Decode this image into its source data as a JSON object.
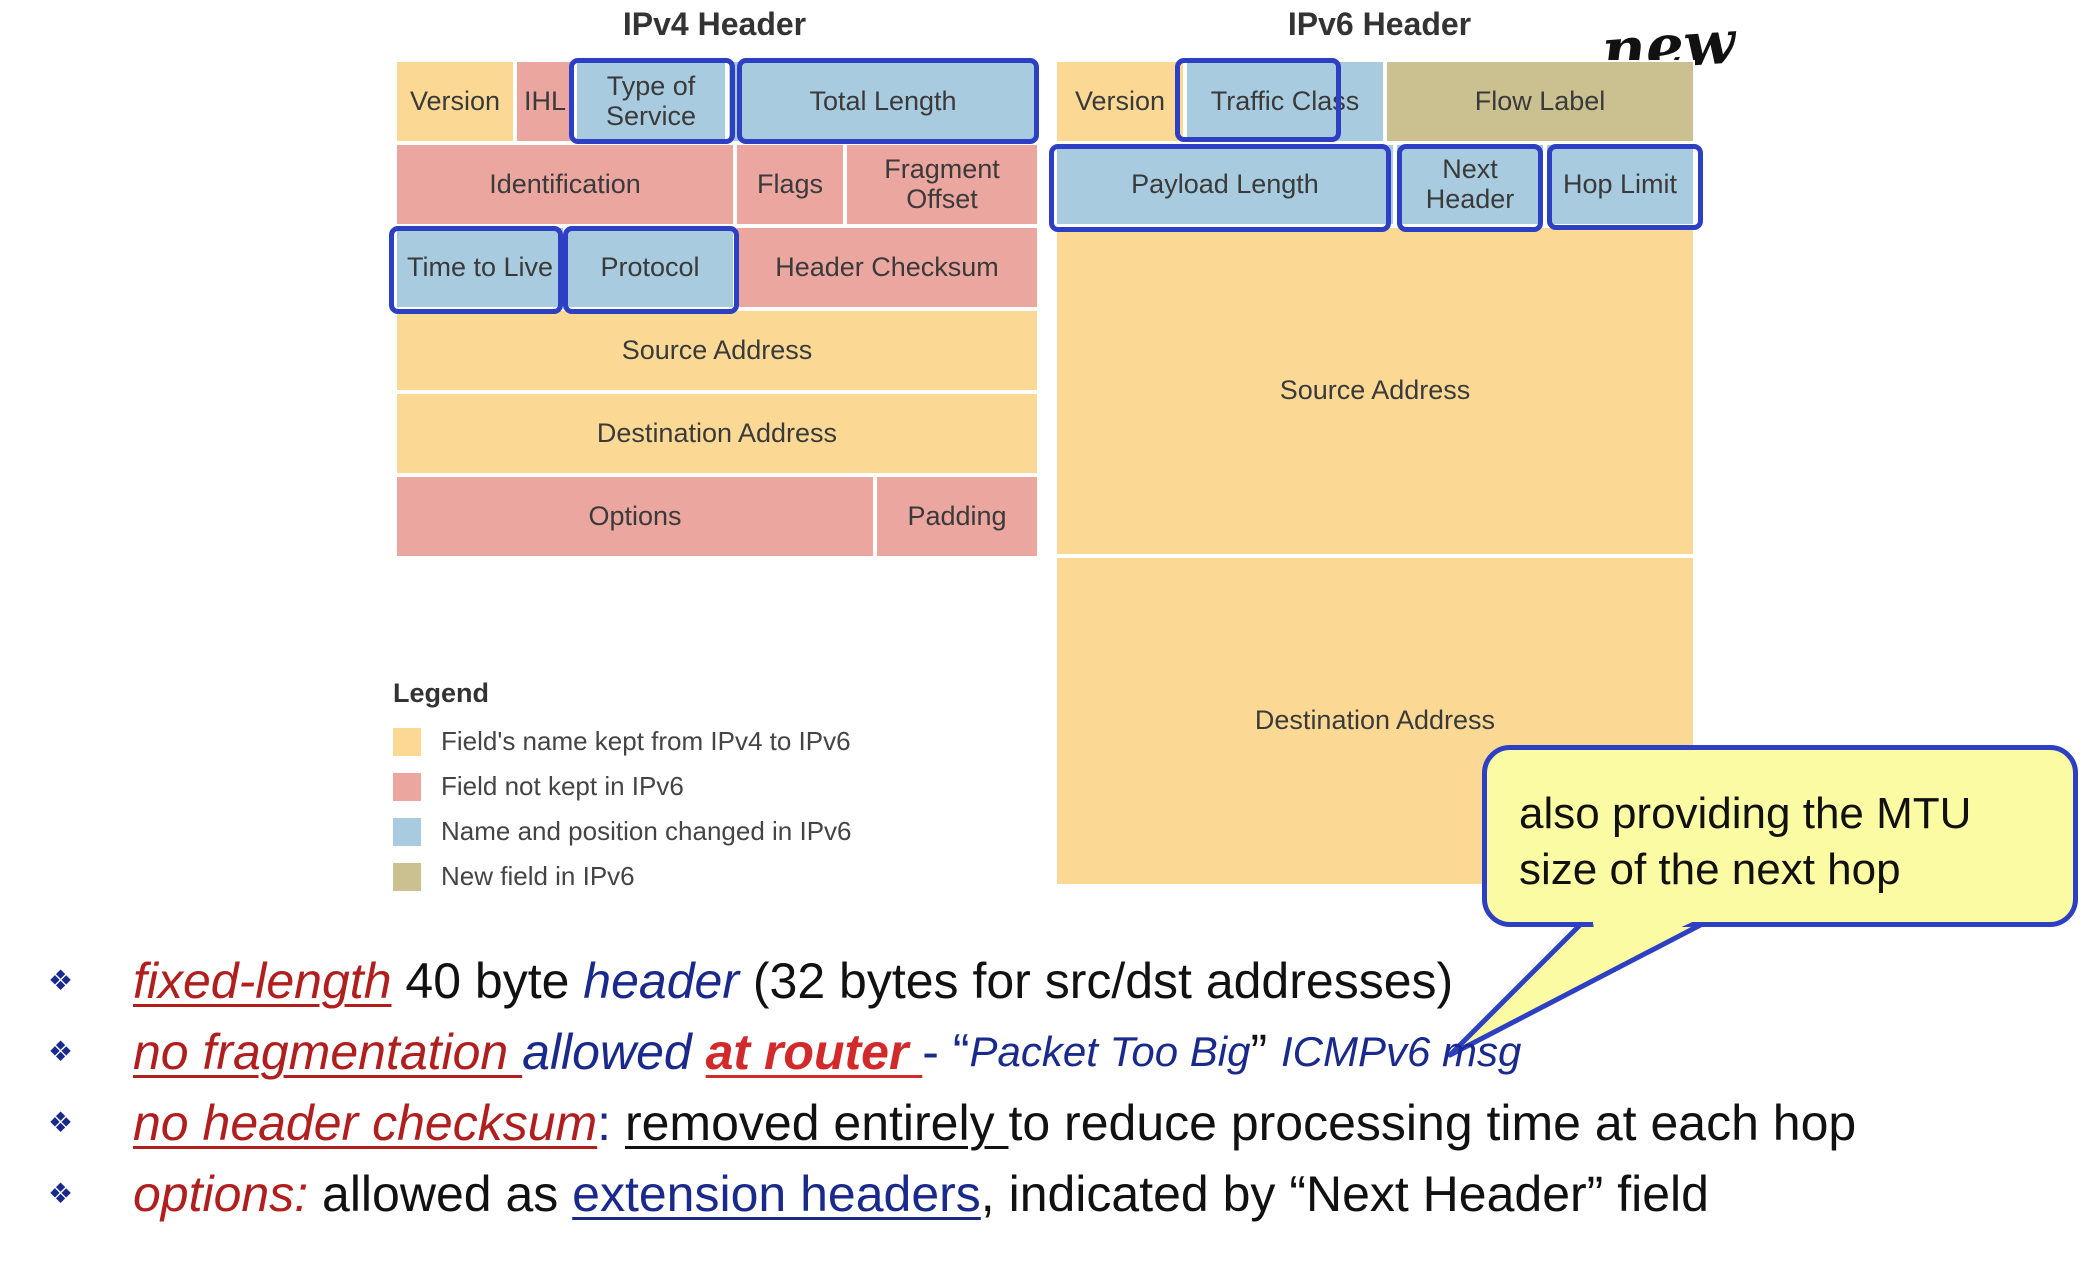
{
  "ipv4": {
    "title": "IPv4 Header",
    "version": "Version",
    "ihl": "IHL",
    "type_of_service": "Type of Service",
    "total_length": "Total Length",
    "identification": "Identification",
    "flags": "Flags",
    "fragment_offset": "Fragment Offset",
    "time_to_live": "Time to Live",
    "protocol": "Protocol",
    "header_checksum": "Header Checksum",
    "source_address": "Source Address",
    "destination_address": "Destination Address",
    "options": "Options",
    "padding": "Padding"
  },
  "ipv6": {
    "title": "IPv6 Header",
    "new_tag": "new",
    "version": "Version",
    "traffic_class": "Traffic Class",
    "flow_label": "Flow Label",
    "payload_length": "Payload Length",
    "next_header": "Next Header",
    "hop_limit": "Hop Limit",
    "source_address": "Source Address",
    "destination_address": "Destination Address"
  },
  "legend": {
    "title": "Legend",
    "items": [
      {
        "label": "Field's name kept from IPv4 to IPv6",
        "color": "#fbd995"
      },
      {
        "label": "Field not kept in IPv6",
        "color": "#eba6a0"
      },
      {
        "label": "Name and position changed in IPv6",
        "color": "#a9cbe0"
      },
      {
        "label": "New field in IPv6",
        "color": "#cbc190"
      }
    ]
  },
  "callout": {
    "text": "also providing the MTU size of the next hop"
  },
  "bullets": {
    "b1": {
      "a": "fixed-length",
      "b": " 40 byte ",
      "c": "header",
      "d": " (32 bytes for src/dst addresses)"
    },
    "b2": {
      "a": "no fragmentation ",
      "b": "allowed ",
      "c": "at router ",
      "d": "- “",
      "e": "Packet Too Big",
      "f": "” ",
      "g": "ICMPv6 msg"
    },
    "b3": {
      "a": "no header checksum",
      "b": ": ",
      "c": "removed entirely ",
      "d": "to reduce processing time at each hop"
    },
    "b4": {
      "a": "options:",
      "b": " allowed as ",
      "c": "extension headers",
      "d": ", indicated by “Next Header” field"
    }
  }
}
